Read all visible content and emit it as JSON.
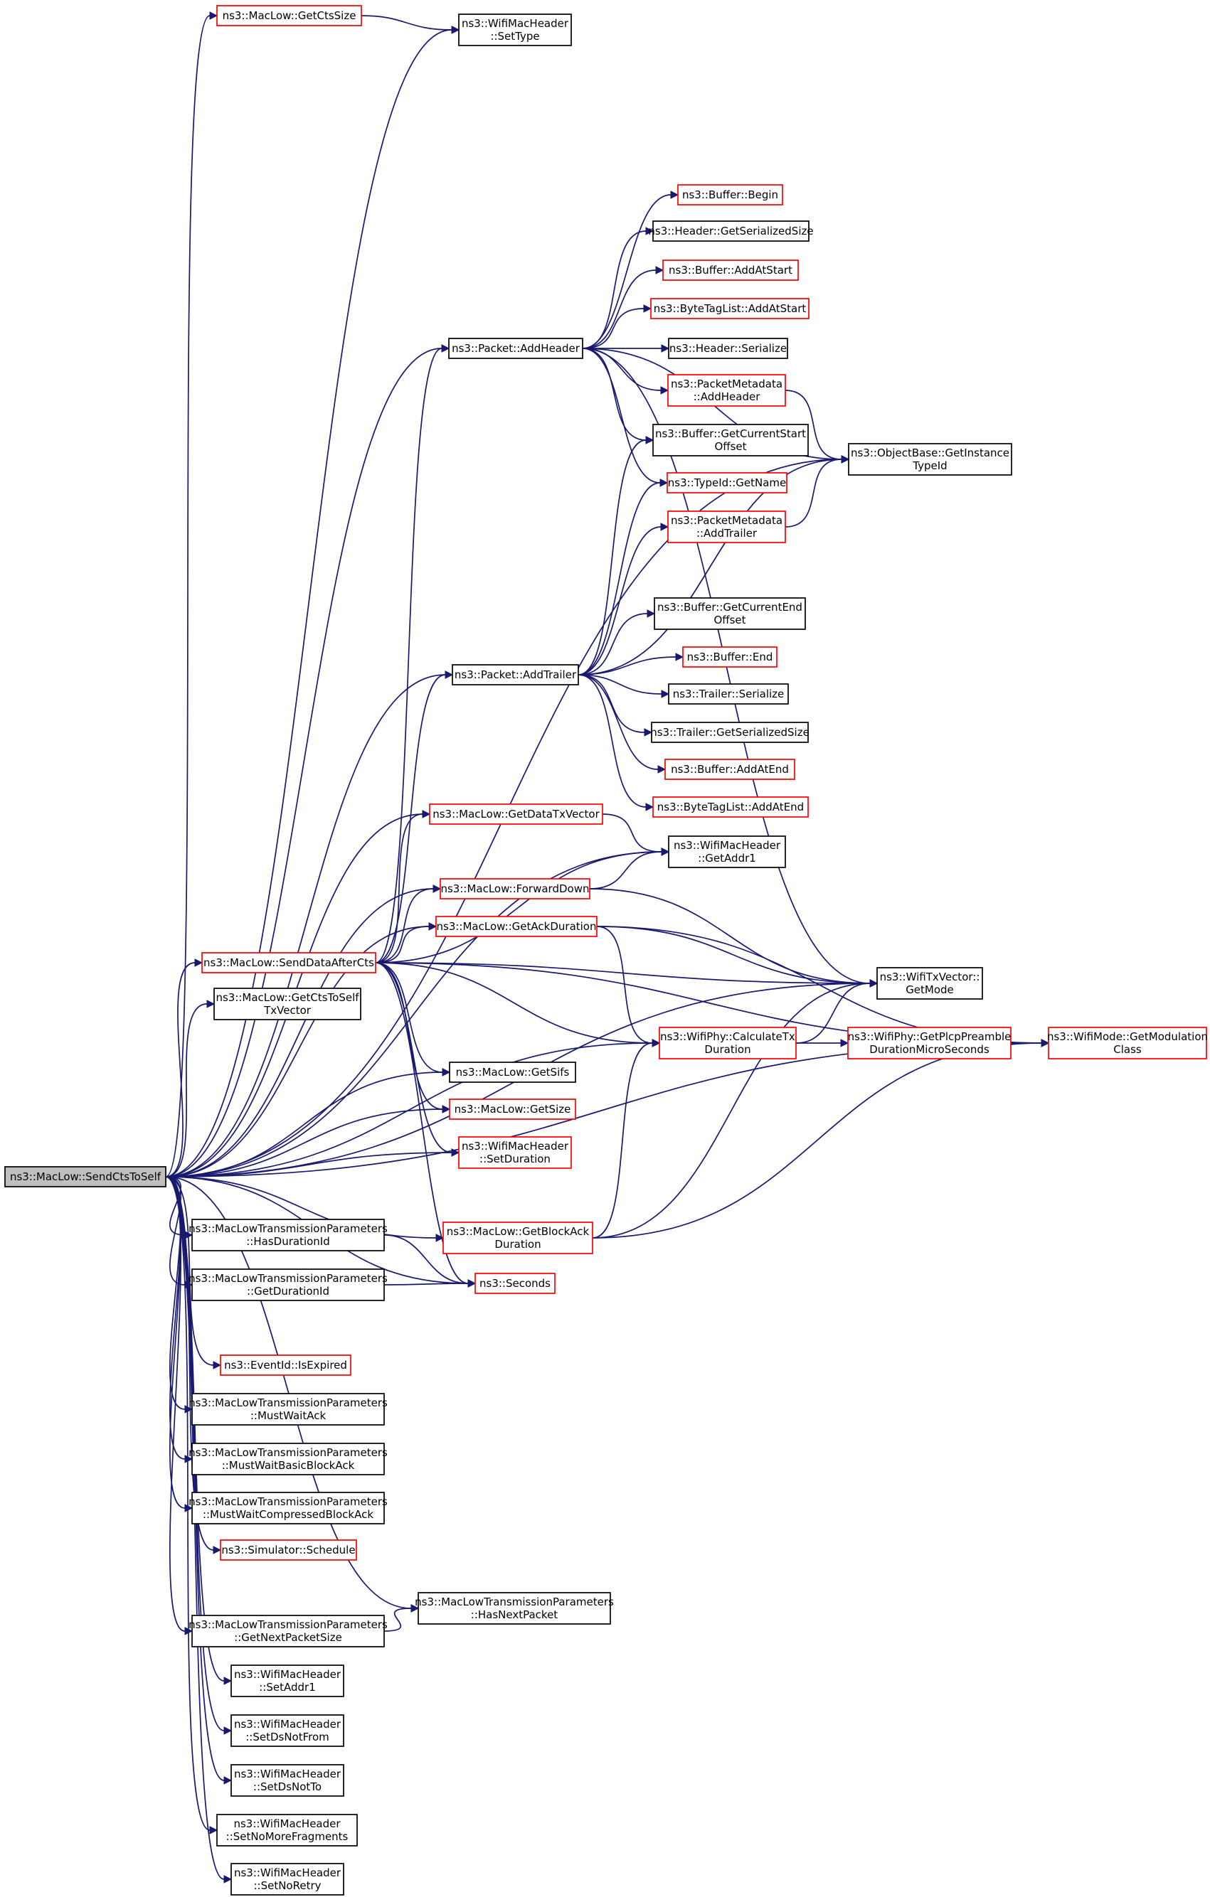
{
  "diagram": {
    "root": "n_root",
    "nodes": [
      {
        "id": "n_root",
        "lines": [
          "ns3::MacLow::SendCtsToSelf"
        ],
        "style": "root"
      },
      {
        "id": "n_getctssize",
        "lines": [
          "ns3::MacLow::GetCtsSize"
        ],
        "style": "red"
      },
      {
        "id": "n_settype",
        "lines": [
          "ns3::WifiMacHeader",
          "::SetType"
        ],
        "style": "plain"
      },
      {
        "id": "n_begin",
        "lines": [
          "ns3::Buffer::Begin"
        ],
        "style": "red"
      },
      {
        "id": "n_hdrsersize",
        "lines": [
          "ns3::Header::GetSerializedSize"
        ],
        "style": "plain"
      },
      {
        "id": "n_addatstart",
        "lines": [
          "ns3::Buffer::AddAtStart"
        ],
        "style": "red"
      },
      {
        "id": "n_btladdatstart",
        "lines": [
          "ns3::ByteTagList::AddAtStart"
        ],
        "style": "red"
      },
      {
        "id": "n_addheader",
        "lines": [
          "ns3::Packet::AddHeader"
        ],
        "style": "plain"
      },
      {
        "id": "n_hdrserialize",
        "lines": [
          "ns3::Header::Serialize"
        ],
        "style": "plain"
      },
      {
        "id": "n_pmaddheader",
        "lines": [
          "ns3::PacketMetadata",
          "::AddHeader"
        ],
        "style": "red"
      },
      {
        "id": "n_curstart",
        "lines": [
          "ns3::Buffer::GetCurrentStart",
          "Offset"
        ],
        "style": "plain"
      },
      {
        "id": "n_getinstance",
        "lines": [
          "ns3::ObjectBase::GetInstance",
          "TypeId"
        ],
        "style": "plain"
      },
      {
        "id": "n_getname",
        "lines": [
          "ns3::TypeId::GetName"
        ],
        "style": "red"
      },
      {
        "id": "n_pmaddtrailer",
        "lines": [
          "ns3::PacketMetadata",
          "::AddTrailer"
        ],
        "style": "red"
      },
      {
        "id": "n_curend",
        "lines": [
          "ns3::Buffer::GetCurrentEnd",
          "Offset"
        ],
        "style": "plain"
      },
      {
        "id": "n_addtrailer",
        "lines": [
          "ns3::Packet::AddTrailer"
        ],
        "style": "plain"
      },
      {
        "id": "n_end",
        "lines": [
          "ns3::Buffer::End"
        ],
        "style": "red"
      },
      {
        "id": "n_trserialize",
        "lines": [
          "ns3::Trailer::Serialize"
        ],
        "style": "plain"
      },
      {
        "id": "n_trsersize",
        "lines": [
          "ns3::Trailer::GetSerializedSize"
        ],
        "style": "plain"
      },
      {
        "id": "n_addatend",
        "lines": [
          "ns3::Buffer::AddAtEnd"
        ],
        "style": "red"
      },
      {
        "id": "n_btladdatend",
        "lines": [
          "ns3::ByteTagList::AddAtEnd"
        ],
        "style": "red"
      },
      {
        "id": "n_getdatatxvector",
        "lines": [
          "ns3::MacLow::GetDataTxVector"
        ],
        "style": "red"
      },
      {
        "id": "n_getaddr1",
        "lines": [
          "ns3::WifiMacHeader",
          "::GetAddr1"
        ],
        "style": "plain"
      },
      {
        "id": "n_forwarddown",
        "lines": [
          "ns3::MacLow::ForwardDown"
        ],
        "style": "red"
      },
      {
        "id": "n_getackduration",
        "lines": [
          "ns3::MacLow::GetAckDuration"
        ],
        "style": "red"
      },
      {
        "id": "n_senddataaftercts",
        "lines": [
          "ns3::MacLow::SendDataAfterCts"
        ],
        "style": "red"
      },
      {
        "id": "n_getmode",
        "lines": [
          "ns3::WifiTxVector::",
          "GetMode"
        ],
        "style": "plain"
      },
      {
        "id": "n_getctstoselftxvector",
        "lines": [
          "ns3::MacLow::GetCtsToSelf",
          "TxVector"
        ],
        "style": "plain"
      },
      {
        "id": "n_calculatetxduration",
        "lines": [
          "ns3::WifiPhy::CalculateTx",
          "Duration"
        ],
        "style": "red"
      },
      {
        "id": "n_getplcppreamble",
        "lines": [
          "ns3::WifiPhy::GetPlcpPreamble",
          "DurationMicroSeconds"
        ],
        "style": "red"
      },
      {
        "id": "n_getmodulationclass",
        "lines": [
          "ns3::WifiMode::GetModulation",
          "Class"
        ],
        "style": "red"
      },
      {
        "id": "n_getsifs",
        "lines": [
          "ns3::MacLow::GetSifs"
        ],
        "style": "plain"
      },
      {
        "id": "n_getsize",
        "lines": [
          "ns3::MacLow::GetSize"
        ],
        "style": "red"
      },
      {
        "id": "n_setduration",
        "lines": [
          "ns3::WifiMacHeader",
          "::SetDuration"
        ],
        "style": "red"
      },
      {
        "id": "n_hasdurationid",
        "lines": [
          "ns3::MacLowTransmissionParameters",
          "::HasDurationId"
        ],
        "style": "plain"
      },
      {
        "id": "n_getblockackduration",
        "lines": [
          "ns3::MacLow::GetBlockAck",
          "Duration"
        ],
        "style": "red"
      },
      {
        "id": "n_getdurationid",
        "lines": [
          "ns3::MacLowTransmissionParameters",
          "::GetDurationId"
        ],
        "style": "plain"
      },
      {
        "id": "n_seconds",
        "lines": [
          "ns3::Seconds"
        ],
        "style": "red"
      },
      {
        "id": "n_isexpired",
        "lines": [
          "ns3::EventId::IsExpired"
        ],
        "style": "red"
      },
      {
        "id": "n_mustwaitack",
        "lines": [
          "ns3::MacLowTransmissionParameters",
          "::MustWaitAck"
        ],
        "style": "plain"
      },
      {
        "id": "n_mustwaitbasic",
        "lines": [
          "ns3::MacLowTransmissionParameters",
          "::MustWaitBasicBlockAck"
        ],
        "style": "plain"
      },
      {
        "id": "n_mustwaitcompressed",
        "lines": [
          "ns3::MacLowTransmissionParameters",
          "::MustWaitCompressedBlockAck"
        ],
        "style": "plain"
      },
      {
        "id": "n_schedule",
        "lines": [
          "ns3::Simulator::Schedule"
        ],
        "style": "red"
      },
      {
        "id": "n_hasnextpacket",
        "lines": [
          "ns3::MacLowTransmissionParameters",
          "::HasNextPacket"
        ],
        "style": "plain"
      },
      {
        "id": "n_getnextpacketsize",
        "lines": [
          "ns3::MacLowTransmissionParameters",
          "::GetNextPacketSize"
        ],
        "style": "plain"
      },
      {
        "id": "n_setaddr1",
        "lines": [
          "ns3::WifiMacHeader",
          "::SetAddr1"
        ],
        "style": "plain"
      },
      {
        "id": "n_setdsnotfrom",
        "lines": [
          "ns3::WifiMacHeader",
          "::SetDsNotFrom"
        ],
        "style": "plain"
      },
      {
        "id": "n_setdsnotto",
        "lines": [
          "ns3::WifiMacHeader",
          "::SetDsNotTo"
        ],
        "style": "plain"
      },
      {
        "id": "n_setnomorefragments",
        "lines": [
          "ns3::WifiMacHeader",
          "::SetNoMoreFragments"
        ],
        "style": "plain"
      },
      {
        "id": "n_setnoretry",
        "lines": [
          "ns3::WifiMacHeader",
          "::SetNoRetry"
        ],
        "style": "plain"
      }
    ],
    "edges": [
      [
        "n_root",
        "n_getctssize"
      ],
      [
        "n_root",
        "n_settype"
      ],
      [
        "n_root",
        "n_getinstance"
      ],
      [
        "n_root",
        "n_addheader"
      ],
      [
        "n_root",
        "n_addtrailer"
      ],
      [
        "n_root",
        "n_getdatatxvector"
      ],
      [
        "n_root",
        "n_getaddr1"
      ],
      [
        "n_root",
        "n_forwarddown"
      ],
      [
        "n_root",
        "n_getackduration"
      ],
      [
        "n_root",
        "n_getmode"
      ],
      [
        "n_root",
        "n_getmodulationclass"
      ],
      [
        "n_root",
        "n_senddataaftercts"
      ],
      [
        "n_root",
        "n_getctstoselftxvector"
      ],
      [
        "n_root",
        "n_getsifs"
      ],
      [
        "n_root",
        "n_getsize"
      ],
      [
        "n_root",
        "n_setduration"
      ],
      [
        "n_root",
        "n_calculatetxduration"
      ],
      [
        "n_root",
        "n_hasdurationid"
      ],
      [
        "n_root",
        "n_getblockackduration"
      ],
      [
        "n_root",
        "n_getdurationid"
      ],
      [
        "n_root",
        "n_seconds"
      ],
      [
        "n_root",
        "n_isexpired"
      ],
      [
        "n_root",
        "n_mustwaitack"
      ],
      [
        "n_root",
        "n_mustwaitbasic"
      ],
      [
        "n_root",
        "n_mustwaitcompressed"
      ],
      [
        "n_root",
        "n_schedule"
      ],
      [
        "n_root",
        "n_hasnextpacket"
      ],
      [
        "n_root",
        "n_getnextpacketsize"
      ],
      [
        "n_root",
        "n_setaddr1"
      ],
      [
        "n_root",
        "n_setdsnotfrom"
      ],
      [
        "n_root",
        "n_setdsnotto"
      ],
      [
        "n_root",
        "n_setnomorefragments"
      ],
      [
        "n_root",
        "n_setnoretry"
      ],
      [
        "n_getctssize",
        "n_settype"
      ],
      [
        "n_addheader",
        "n_begin"
      ],
      [
        "n_addheader",
        "n_hdrsersize"
      ],
      [
        "n_addheader",
        "n_addatstart"
      ],
      [
        "n_addheader",
        "n_btladdatstart"
      ],
      [
        "n_addheader",
        "n_hdrserialize"
      ],
      [
        "n_addheader",
        "n_pmaddheader"
      ],
      [
        "n_addheader",
        "n_curstart"
      ],
      [
        "n_addheader",
        "n_getname"
      ],
      [
        "n_addheader",
        "n_getinstance"
      ],
      [
        "n_addheader",
        "n_getmode"
      ],
      [
        "n_pmaddheader",
        "n_getinstance"
      ],
      [
        "n_pmaddtrailer",
        "n_getinstance"
      ],
      [
        "n_addtrailer",
        "n_curstart"
      ],
      [
        "n_addtrailer",
        "n_getname"
      ],
      [
        "n_addtrailer",
        "n_pmaddtrailer"
      ],
      [
        "n_addtrailer",
        "n_getinstance"
      ],
      [
        "n_addtrailer",
        "n_curend"
      ],
      [
        "n_addtrailer",
        "n_end"
      ],
      [
        "n_addtrailer",
        "n_trserialize"
      ],
      [
        "n_addtrailer",
        "n_trsersize"
      ],
      [
        "n_addtrailer",
        "n_addatend"
      ],
      [
        "n_addtrailer",
        "n_btladdatend"
      ],
      [
        "n_getdatatxvector",
        "n_getaddr1"
      ],
      [
        "n_forwarddown",
        "n_getaddr1"
      ],
      [
        "n_forwarddown",
        "n_getmode"
      ],
      [
        "n_getackduration",
        "n_getmode"
      ],
      [
        "n_getackduration",
        "n_calculatetxduration"
      ],
      [
        "n_getackduration",
        "n_getmodulationclass"
      ],
      [
        "n_senddataaftercts",
        "n_addheader"
      ],
      [
        "n_senddataaftercts",
        "n_addtrailer"
      ],
      [
        "n_senddataaftercts",
        "n_getdatatxvector"
      ],
      [
        "n_senddataaftercts",
        "n_getaddr1"
      ],
      [
        "n_senddataaftercts",
        "n_forwarddown"
      ],
      [
        "n_senddataaftercts",
        "n_getackduration"
      ],
      [
        "n_senddataaftercts",
        "n_getmode"
      ],
      [
        "n_senddataaftercts",
        "n_calculatetxduration"
      ],
      [
        "n_senddataaftercts",
        "n_getmodulationclass"
      ],
      [
        "n_senddataaftercts",
        "n_getsifs"
      ],
      [
        "n_senddataaftercts",
        "n_getsize"
      ],
      [
        "n_senddataaftercts",
        "n_setduration"
      ],
      [
        "n_senddataaftercts",
        "n_seconds"
      ],
      [
        "n_calculatetxduration",
        "n_getmode"
      ],
      [
        "n_calculatetxduration",
        "n_getplcppreamble"
      ],
      [
        "n_getplcppreamble",
        "n_getmodulationclass"
      ],
      [
        "n_getblockackduration",
        "n_calculatetxduration"
      ],
      [
        "n_getblockackduration",
        "n_getmode"
      ],
      [
        "n_getblockackduration",
        "n_getmodulationclass"
      ],
      [
        "n_hasdurationid",
        "n_seconds"
      ],
      [
        "n_getdurationid",
        "n_seconds"
      ],
      [
        "n_getnextpacketsize",
        "n_hasnextpacket"
      ]
    ]
  }
}
